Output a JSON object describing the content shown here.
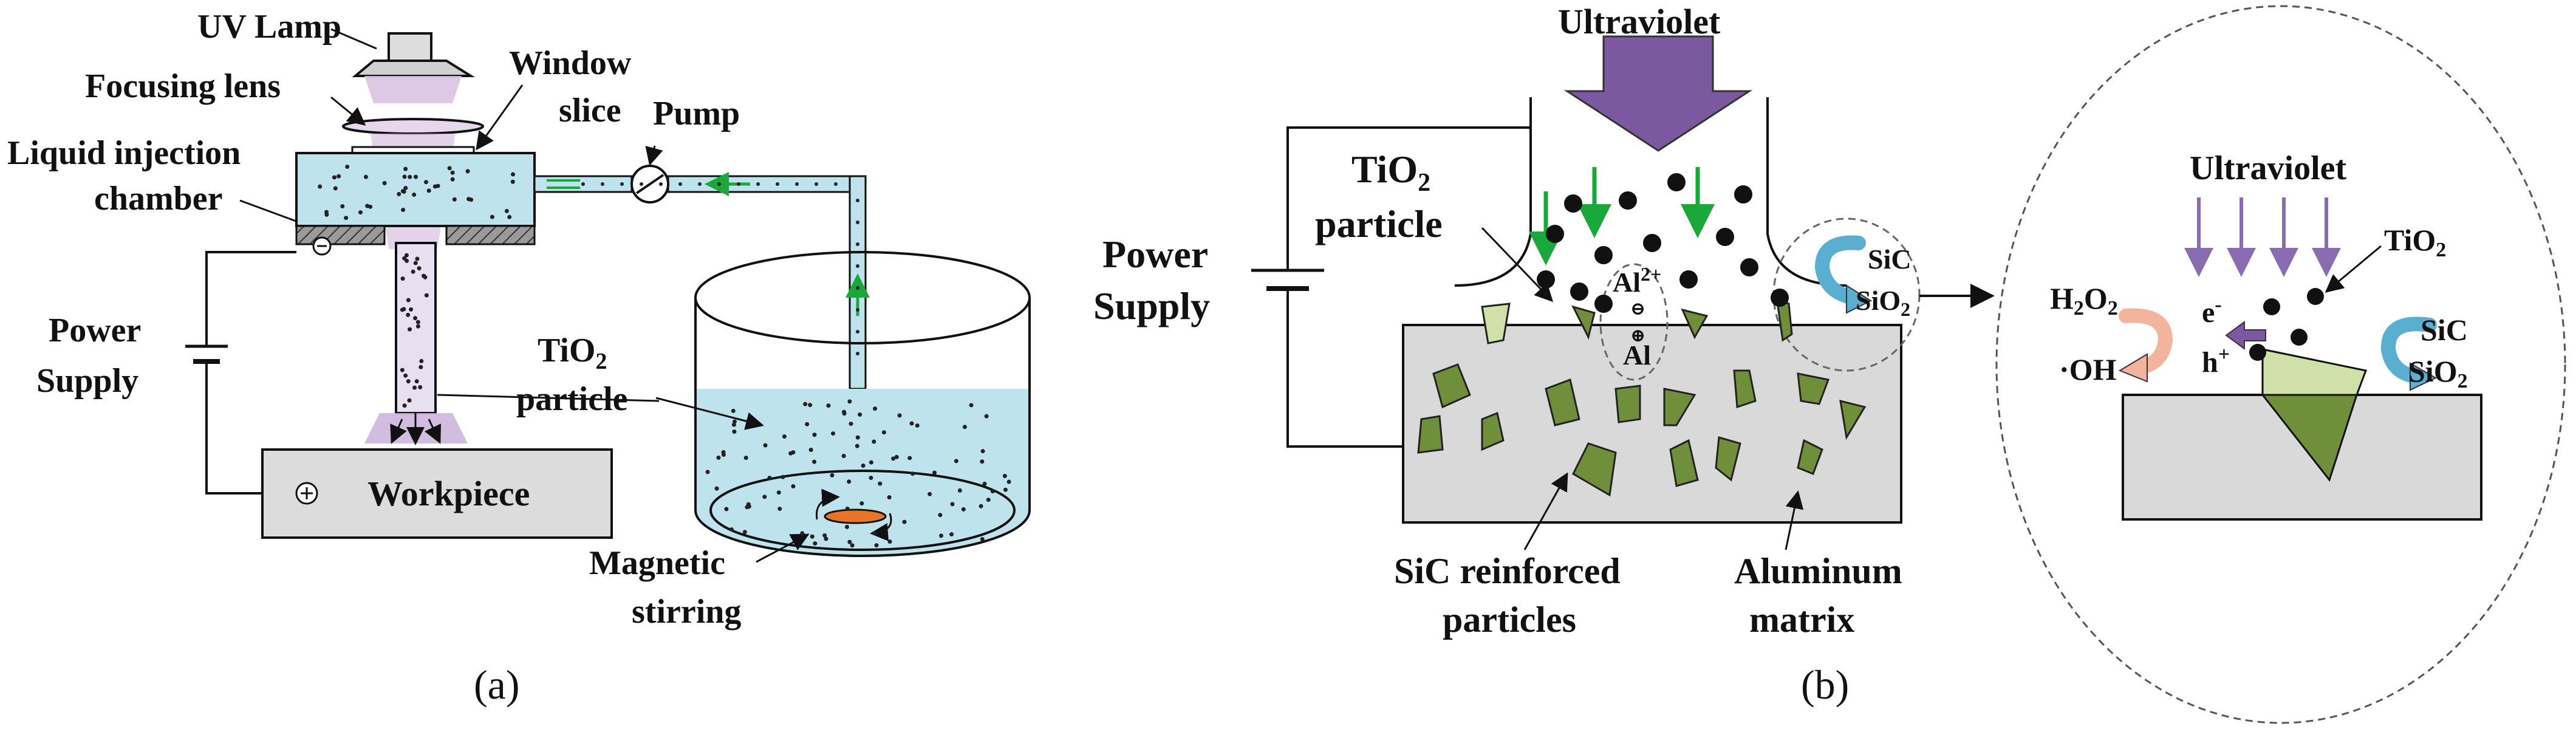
{
  "panel_a": {
    "labels": {
      "uv_lamp": "UV Lamp",
      "focusing_lens": "Focusing lens",
      "window_slice_1": "Window",
      "window_slice_2": "slice",
      "pump": "Pump",
      "chamber_1": "Liquid injection",
      "chamber_2": "chamber",
      "power_1": "Power",
      "power_2": "Supply",
      "particle_main": "TiO",
      "particle_sub": "2",
      "particle_2": "particle",
      "workpiece": "Workpiece",
      "stirring_1": "Magnetic",
      "stirring_2": "stirring",
      "minus": "⊖",
      "plus": "⊕"
    },
    "caption": "(a)",
    "colors": {
      "liquid": "#bfe3ec",
      "lamp_beam": "#d9c3e3",
      "arrow_flow": "#1aa83a",
      "workpiece": "#dcdcdc",
      "stir_bar": "#e8742a"
    }
  },
  "panel_b": {
    "labels": {
      "ultraviolet": "Ultraviolet",
      "power_1": "Power",
      "power_2": "Supply",
      "particle_main": "TiO",
      "particle_sub": "2",
      "particle_2": "particle",
      "al_ion": "Al",
      "al_ion_sup": "2+",
      "al": "Al",
      "minus": "⊖",
      "plus": "⊕",
      "sic": "SiC",
      "sio2_main": "SiO",
      "sio2_sub": "2",
      "sic_label_1": "SiC reinforced",
      "sic_label_2": "particles",
      "matrix_1": "Aluminum",
      "matrix_2": "matrix"
    },
    "caption": "(b)",
    "colors": {
      "uv_arrow": "#7b58a0",
      "green_arrow": "#1aa83a",
      "matrix": "#d9d9d9",
      "sic": "#6f8f3a",
      "swirl": "#5aaed0"
    }
  },
  "panel_c": {
    "labels": {
      "ultraviolet": "Ultraviolet",
      "tio2_main": "TiO",
      "tio2_sub": "2",
      "h2o2_h": "H",
      "h2o2_2a": "2",
      "h2o2_o": "O",
      "h2o2_2b": "2",
      "oh": "·OH",
      "electron": "e",
      "electron_sup": "-",
      "hole": "h",
      "hole_sup": "+",
      "sic": "SiC",
      "sio2_main": "SiO",
      "sio2_sub": "2"
    },
    "colors": {
      "uv_arrow": "#8a6cb0",
      "hole_arrow": "#7b58a0",
      "swirl_left": "#f2b49c",
      "swirl_right": "#5aaed0",
      "crystal_light": "#cfe0a8",
      "crystal_dark": "#6f8f3a"
    }
  }
}
